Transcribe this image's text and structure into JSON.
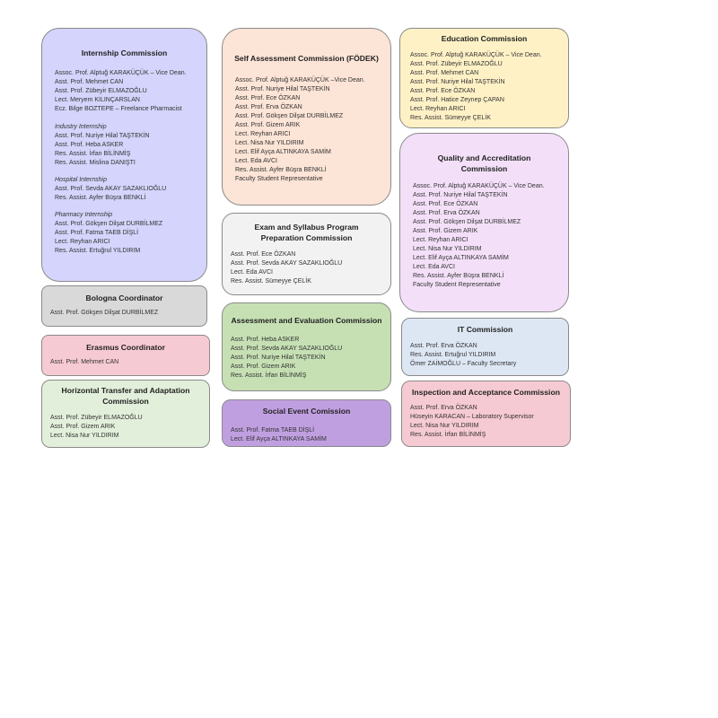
{
  "colors": {
    "lavender": "#d4d4fc",
    "peach": "#fce4d6",
    "cream": "#fff1c6",
    "light_gray": "#d9d9d9",
    "off_white": "#f2f2f2",
    "pink": "#f6cad3",
    "pale_green": "#e2efda",
    "mint_green": "#c6e0b4",
    "purple": "#c09fe1",
    "light_purple": "#f3e0f8",
    "light_blue": "#dde7f4",
    "rose": "#f6cad2",
    "border": "#8a8a8a"
  },
  "internship": {
    "title": "Internship Commission",
    "members": [
      "Assoc. Prof. Alptuğ KARAKÜÇÜK – Vice Dean.",
      "Asst. Prof. Mehmet CAN",
      "Asst. Prof. Zübeyir ELMAZOĞLU",
      "Lect. Meryem KILINÇARSLAN",
      "Ecz. Bilge BOZTEPE – Freelance Pharmacist"
    ],
    "groups": [
      {
        "name": "Industry Internship",
        "members": [
          "Asst. Prof. Nuriye Hilal TAŞTEKİN",
          "Asst. Prof. Heba ASKER",
          "Res. Assist. İrfan BİLİNMİŞ",
          "Res. Assist. Mislina DANIŞTI"
        ]
      },
      {
        "name": "Hospital Internship",
        "members": [
          "Asst. Prof. Sevda AKAY SAZAKLIOĞLU",
          "Res. Assist. Ayfer Büşra BENKLİ"
        ]
      },
      {
        "name": "Pharmacy Internship",
        "members": [
          "Asst. Prof. Gökşen Dilşat DURBİLMEZ",
          "Asst. Prof. Fatma TAEB DİŞLİ",
          "Lect. Reyhan ARICI",
          "Res. Assist. Ertuğrul YILDIRIM"
        ]
      }
    ]
  },
  "bologna": {
    "title": "Bologna Coordinator",
    "members": [
      "Asst. Prof. Gökşen Dilşat DURBİLMEZ"
    ]
  },
  "erasmus": {
    "title": "Erasmus Coordinator",
    "members": [
      "Asst. Prof. Mehmet CAN"
    ]
  },
  "horizontal": {
    "title": "Horizontal Transfer and Adaptation Commission",
    "members": [
      "Asst. Prof. Zübeyir ELMAZOĞLU",
      "Asst. Prof. Gizem ARIK",
      "Lect. Nisa Nur YILDIRIM"
    ]
  },
  "self_assessment": {
    "title": "Self Assessment Commission (FÖDEK)",
    "members": [
      "Assoc. Prof. Alptuğ KARAKÜÇÜK –Vice Dean.",
      "Asst. Prof. Nuriye Hilal TAŞTEKİN",
      "Asst. Prof. Ece ÖZKAN",
      "Asst. Prof. Erva ÖZKAN",
      "Asst. Prof. Gökşen Dilşat DURBİLMEZ",
      "Asst. Prof. Gizem ARIK",
      "Lect. Reyhan ARICI",
      "Lect. Nisa Nur YILDIRIM",
      "Lect. Elif Ayça ALTINKAYA SAMİM",
      "Lect. Eda AVCI",
      "Res. Assist. Ayfer Büşra BENKLİ",
      "Faculty Student Representative"
    ]
  },
  "exam": {
    "title": "Exam and Syllabus Program Preparation Commission",
    "members": [
      "Asst. Prof. Ece ÖZKAN",
      "Asst. Prof. Sevda AKAY SAZAKLIOĞLU",
      "Lect. Eda AVCI",
      "Res. Assist. Sümeyye ÇELİK"
    ]
  },
  "assessment": {
    "title": "Assessment and Evaluation Commission",
    "members": [
      "Asst. Prof. Heba ASKER",
      "Asst. Prof. Sevda AKAY SAZAKLIOĞLU",
      "Asst. Prof. Nuriye Hilal TAŞTEKİN",
      "Asst. Prof. Gizem ARIK",
      "Res. Assist. İrfan BİLİNMİŞ"
    ]
  },
  "social": {
    "title": "Social Event Comission",
    "members": [
      "Asst. Prof. Fatma TAEB DİŞLİ",
      "Lect. Elif Ayça ALTINKAYA SAMİM"
    ]
  },
  "education": {
    "title": "Education Commission",
    "members": [
      "Assoc. Prof. Alptuğ KARAKÜÇÜK – Vice Dean.",
      "Asst. Prof. Zübeyir ELMAZOĞLU",
      "Asst. Prof. Mehmet CAN",
      "Asst. Prof. Nuriye Hilal TAŞTEKİN",
      "Asst. Prof. Ece ÖZKAN",
      "Asst. Prof. Hatice Zeynep ÇAPAN",
      "Lect. Reyhan ARICI",
      "Res. Assist. Sümeyye ÇELİK"
    ]
  },
  "quality": {
    "title": "Quality and Accreditation Commission",
    "members": [
      "Assoc. Prof. Alptuğ KARAKÜÇÜK – Vice Dean.",
      "Asst. Prof. Nuriye Hilal TAŞTEKİN",
      "Asst. Prof. Ece ÖZKAN",
      "Asst. Prof. Erva ÖZKAN",
      "Asst. Prof. Gökşen Dilşat DURBİLMEZ",
      "Asst. Prof. Gizem ARIK",
      "Lect. Reyhan ARICI",
      "Lect. Nisa Nur YILDIRIM",
      "Lect. Elif Ayça ALTINKAYA SAMİM",
      "Lect. Eda AVCI",
      "Res. Assist. Ayfer Büşra BENKLİ",
      "Faculty Student Representative"
    ]
  },
  "it": {
    "title": "IT Commission",
    "members": [
      "Asst. Prof. Erva ÖZKAN",
      "Res. Assist. Ertuğrul YILDIRIM",
      "Ömer ZAİMOĞLU – Faculty Secretary"
    ]
  },
  "inspection": {
    "title": "Inspection and Acceptance Commission",
    "members": [
      "Asst. Prof. Erva ÖZKAN",
      "Hüseyin KARACAN – Laboratory Supervisor",
      "Lect. Nisa Nur YILDIRIM",
      "Res. Assist. İrfan BİLİNMİŞ"
    ]
  }
}
